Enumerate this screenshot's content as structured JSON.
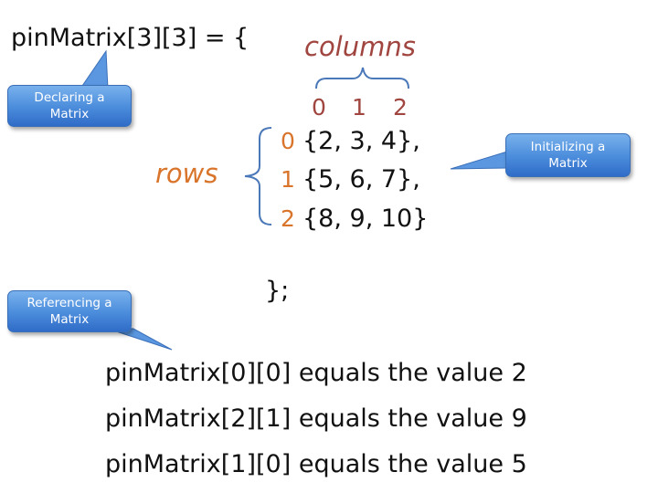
{
  "declaration": "pinMatrix[3][3] = {",
  "columns_label": "columns",
  "rows_label": "rows",
  "column_indices": [
    "0",
    "1",
    "2"
  ],
  "row_indices": [
    "0",
    "1",
    "2"
  ],
  "matrix_rows": [
    "{2,  3,  4},",
    "{5,  6,  7},",
    "{8,  9, 10}"
  ],
  "closing": "};",
  "references": [
    "pinMatrix[0][0] equals the value 2",
    "pinMatrix[2][1] equals the value 9",
    "pinMatrix[1][0] equals the value 5"
  ],
  "callouts": {
    "declaring": [
      "Declaring a",
      "Matrix"
    ],
    "initializing": [
      "Initializing a",
      "Matrix"
    ],
    "referencing": [
      "Referencing a",
      "Matrix"
    ]
  },
  "colors": {
    "columns": "#a0453f",
    "rows": "#d9742b",
    "callout": "#4e8fdd",
    "brace": "#4a78b8"
  }
}
